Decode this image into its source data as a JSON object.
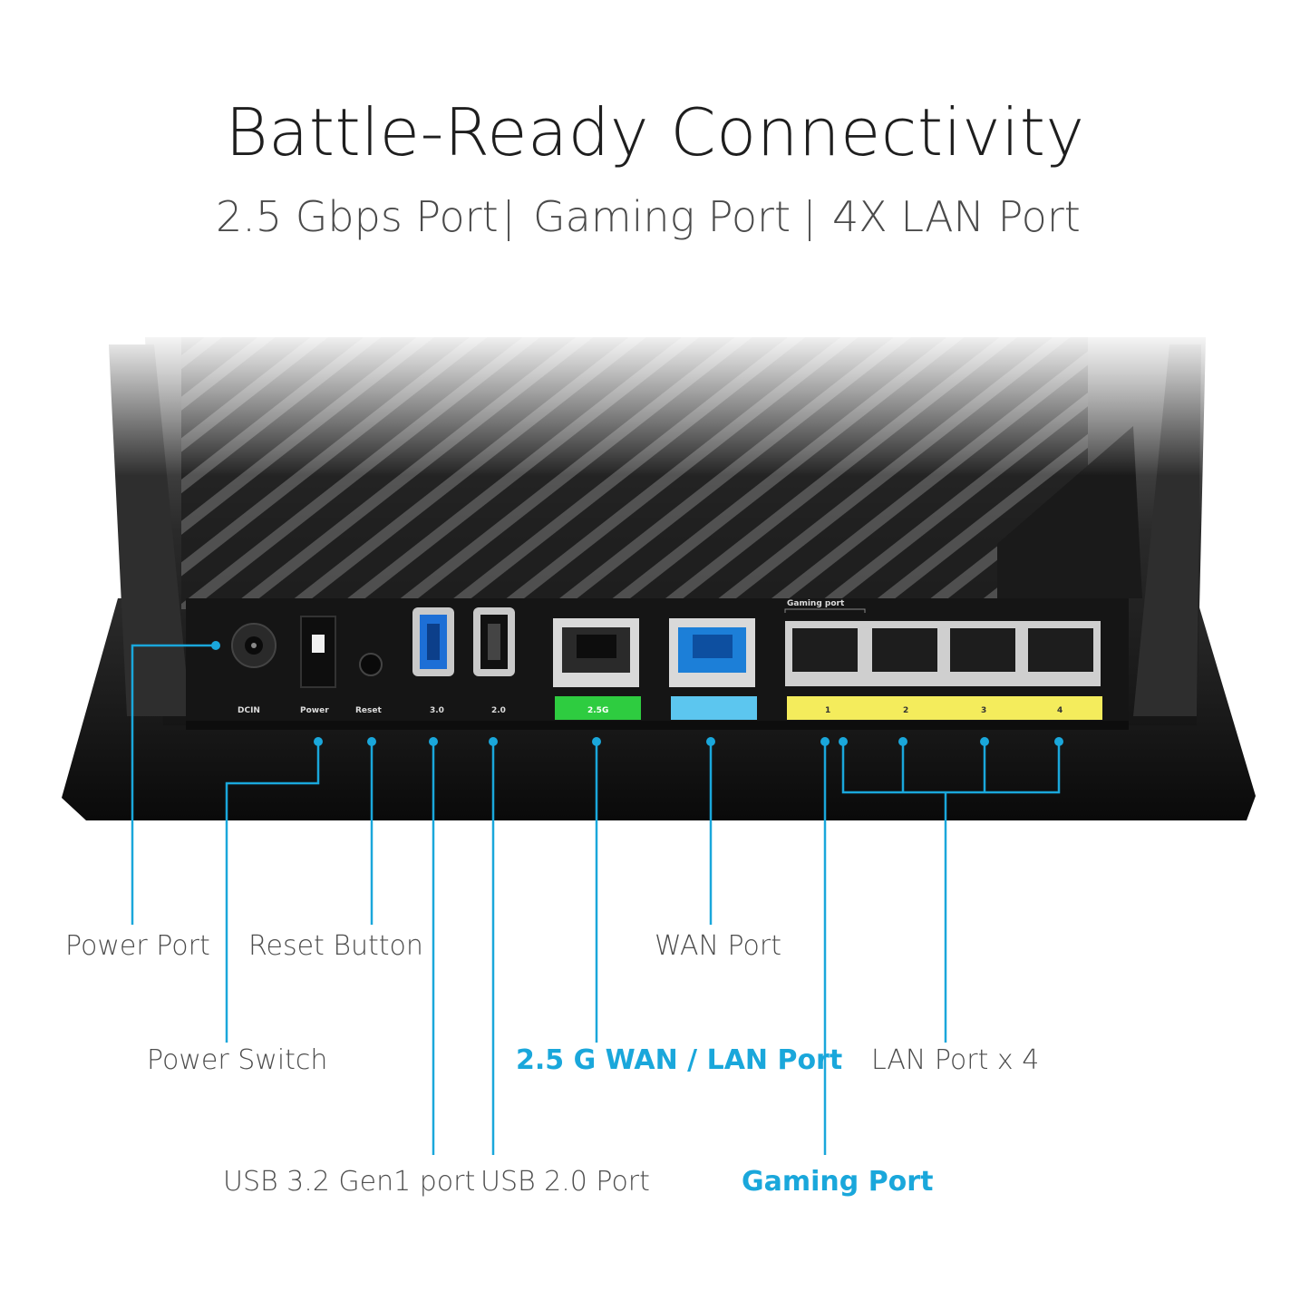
{
  "header": {
    "title": "Battle-Ready Connectivity",
    "features": [
      "2.5 Gbps Port",
      "Gaming Port",
      "4X LAN Port"
    ]
  },
  "router": {
    "panel_labels": {
      "dcin": "DCIN",
      "power": "Power",
      "reset": "Reset",
      "usb3": "3.0",
      "usb2": "2.0",
      "port_25g": "2.5G",
      "lan1": "1",
      "lan2": "2",
      "lan3": "3",
      "lan4": "4",
      "gaming_port": "Gaming port"
    }
  },
  "callouts": {
    "power_port": "Power Port",
    "reset_button": "Reset Button",
    "wan_port": "WAN Port",
    "power_switch": "Power Switch",
    "wan_lan_25g": "2.5 G WAN / LAN Port",
    "lan_port_x4": "LAN Port x 4",
    "usb_32": "USB 3.2 Gen1 port",
    "usb_20": "USB 2.0 Port",
    "gaming_port": "Gaming Port"
  },
  "colors": {
    "accent": "#1aa7db",
    "port_25g": "#2ecc40",
    "port_wan": "#5cc6ef",
    "port_lan_strip": "#f4ec5c"
  }
}
